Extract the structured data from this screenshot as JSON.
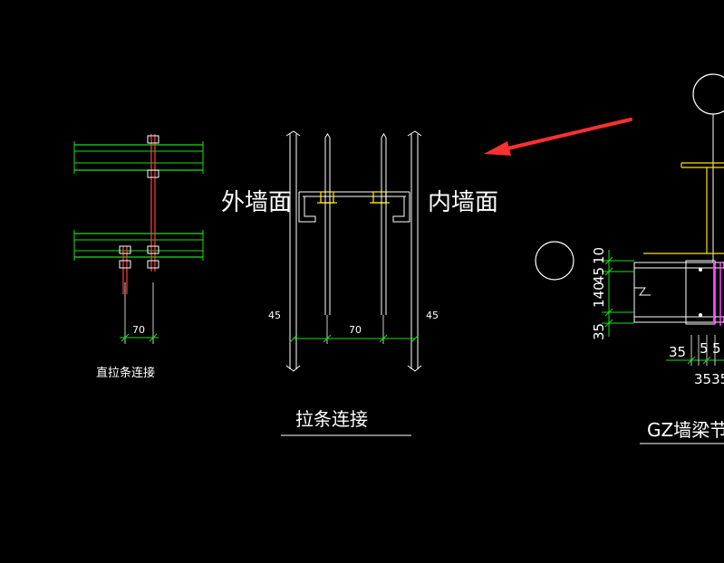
{
  "diagram": {
    "labels": {
      "outer_wall": "外墙面",
      "inner_wall": "内墙面",
      "tie_connection": "拉条连接",
      "straight_tie_connection": "直拉条连接",
      "gz_node": "GZ墙梁节点"
    },
    "dimensions": {
      "left_tie_spacing": "70",
      "mid_tie_spacing": "70",
      "mid_left_offset": "45",
      "mid_right_offset": "45",
      "right_v_10": "10",
      "right_v_45": "45",
      "right_v_140": "140",
      "right_v_35": "35",
      "right_h_35": "35",
      "right_h_5": "5",
      "right_h_5b": "5",
      "right_h_3535": "3535"
    }
  }
}
